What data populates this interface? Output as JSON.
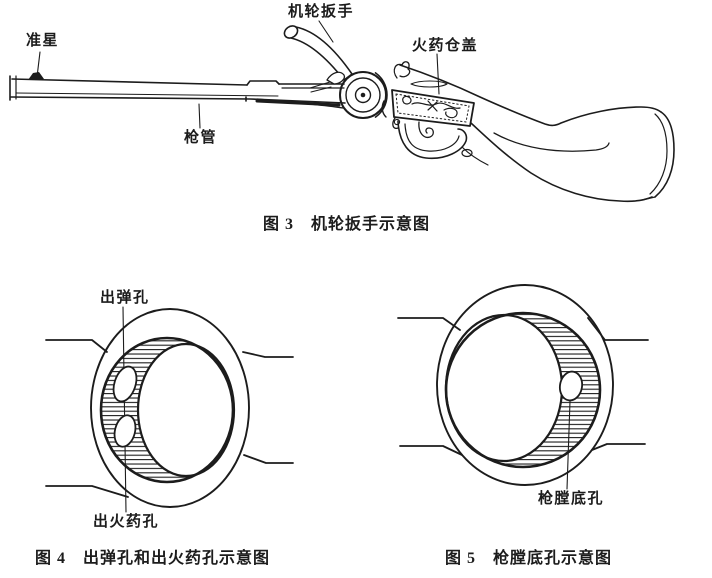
{
  "page": {
    "paper_color": "#ffffff",
    "ink_color": "#1c1c1c"
  },
  "figure3": {
    "labels": {
      "front_sight": "准星",
      "wheel_wrench": "机轮扳手",
      "powder_magazine_cover": "火药仓盖",
      "barrel": "枪管"
    },
    "caption": "图 3　机轮扳手示意图"
  },
  "figure4": {
    "labels": {
      "bullet_exit_hole": "出弹孔",
      "powder_exit_hole": "出火药孔"
    },
    "caption": "图 4　出弹孔和出火药孔示意图"
  },
  "figure5": {
    "labels": {
      "chamber_bottom_hole": "枪膛底孔"
    },
    "caption": "图 5　枪膛底孔示意图"
  }
}
